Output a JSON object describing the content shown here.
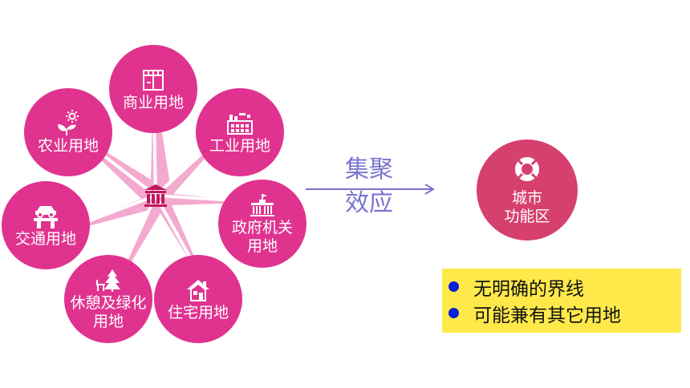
{
  "diagram": {
    "center_icon": "bank-building-icon",
    "petals": [
      {
        "id": "commercial",
        "label": "商业用地",
        "icon": "shop-icon"
      },
      {
        "id": "industrial",
        "label": "工业用地",
        "icon": "factory-icon"
      },
      {
        "id": "government",
        "label": "政府机关\n用地",
        "icon": "government-building-icon"
      },
      {
        "id": "residential",
        "label": "住宅用地",
        "icon": "house-icon"
      },
      {
        "id": "recreation",
        "label": "休憩及绿化\n用地",
        "icon": "tree-bench-icon"
      },
      {
        "id": "transport",
        "label": "交通用地",
        "icon": "car-bridge-icon"
      },
      {
        "id": "agricultural",
        "label": "农业用地",
        "icon": "sun-sprout-icon"
      }
    ],
    "arrow": {
      "line1": "集聚",
      "line2": "效应"
    },
    "result": {
      "label": "城市\n功能区",
      "icon": "lifebuoy-icon"
    },
    "notes": [
      {
        "text": "无明确的界线"
      },
      {
        "text": "可能兼有其它用地"
      }
    ],
    "colors": {
      "petal": "#e0338f",
      "hub": "#f4a9cf",
      "spokes": "#ffffff",
      "arrow": "#7b73d0",
      "result": "#d6406f",
      "note_bg": "#ffe94a",
      "bullet": "#0a1fd6"
    }
  }
}
